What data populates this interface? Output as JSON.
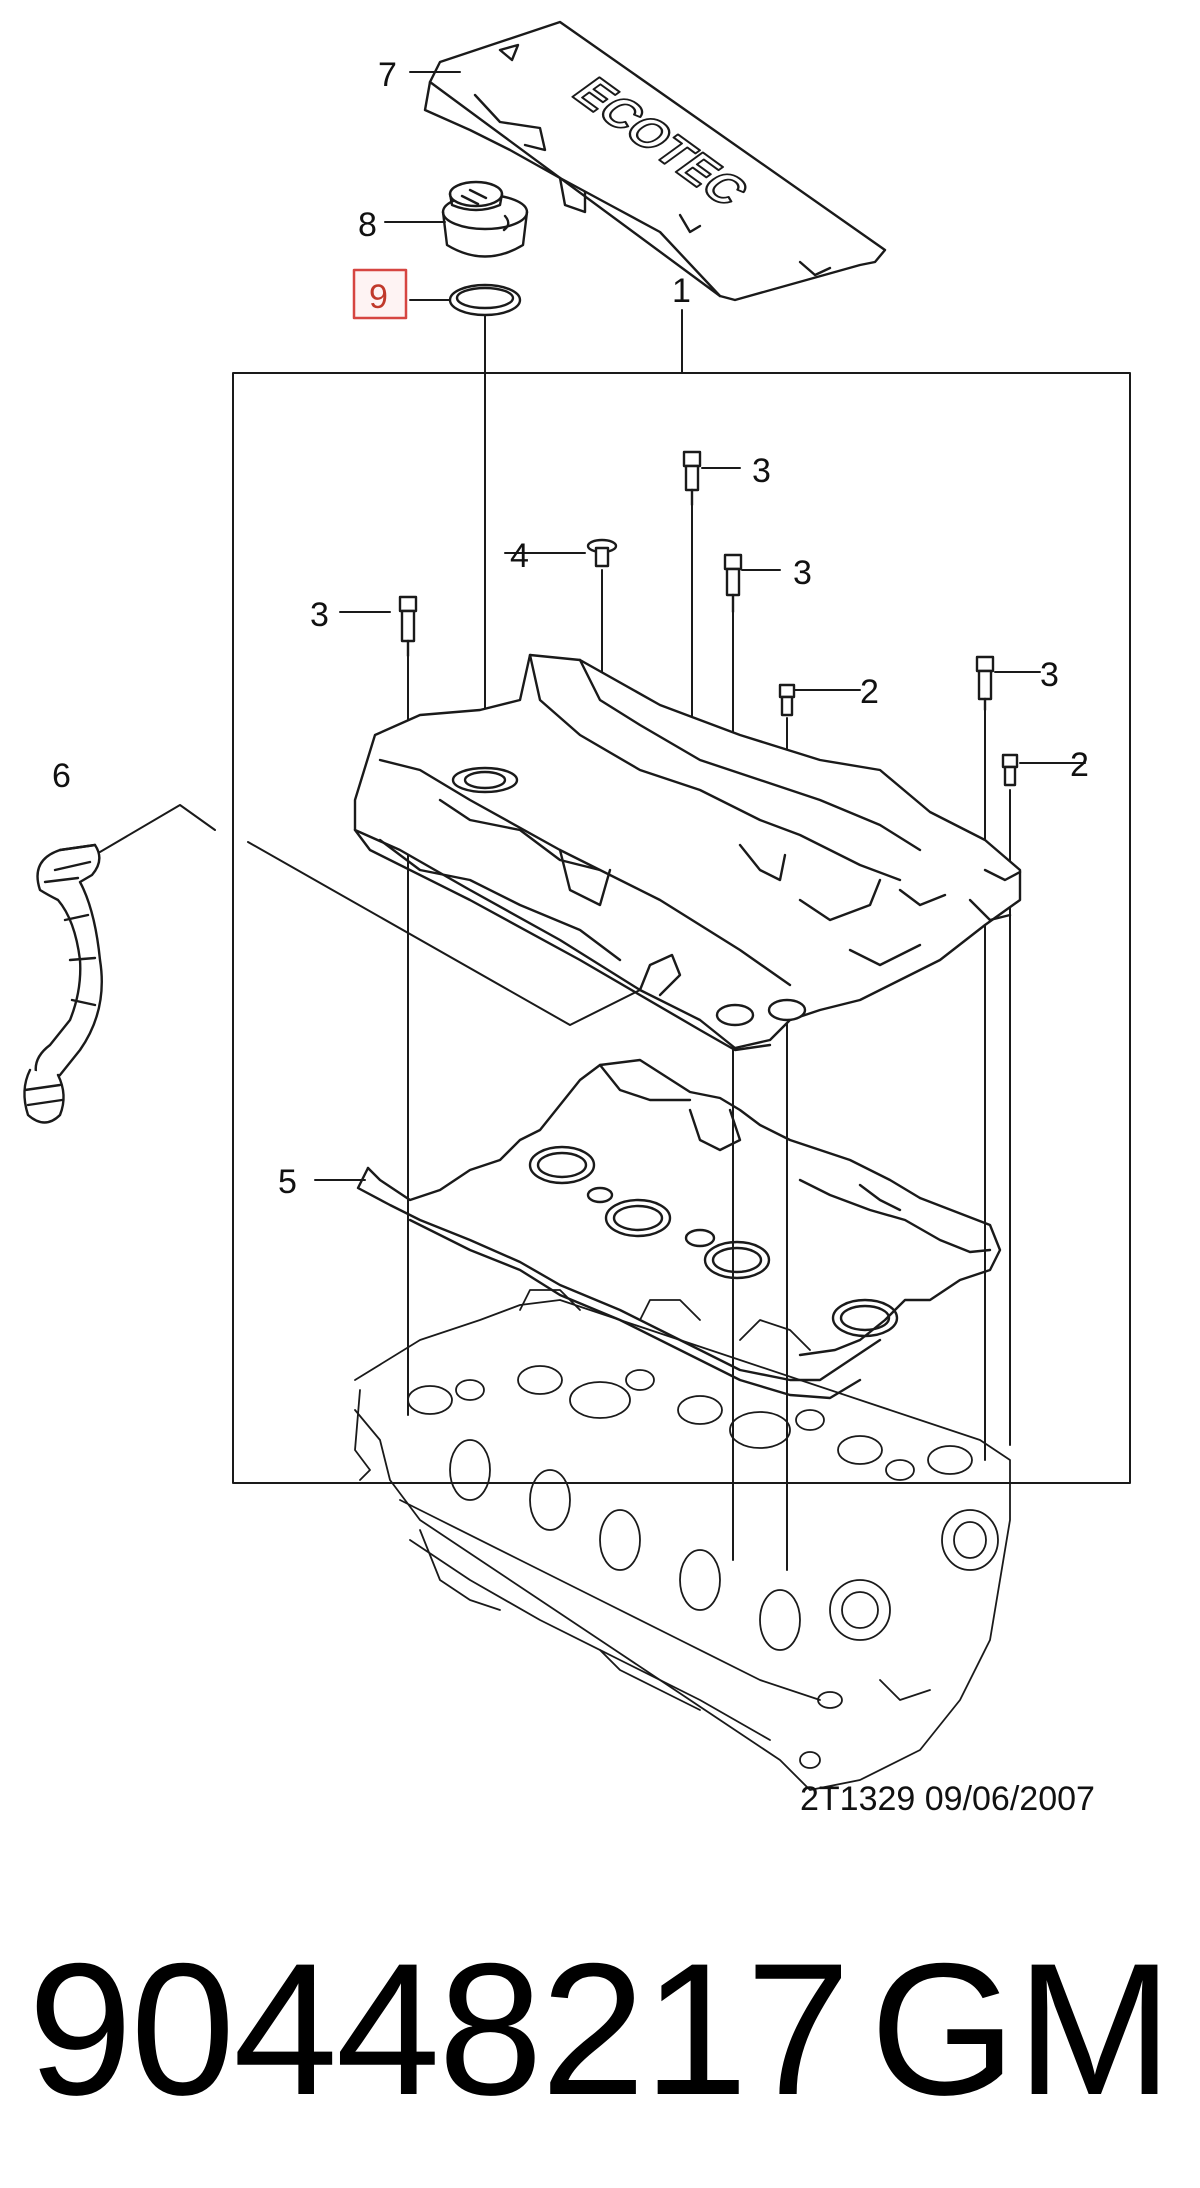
{
  "callouts": {
    "c1": "1",
    "c2a": "2",
    "c2b": "2",
    "c3a": "3",
    "c3b": "3",
    "c3c": "3",
    "c3d": "3",
    "c4": "4",
    "c5": "5",
    "c6": "6",
    "c7": "7",
    "c8": "8",
    "c9": "9"
  },
  "cover_text": "ECOTEC",
  "drawing_ref": "2T1329  09/06/2007",
  "part_number": "90448217",
  "brand": "GM",
  "highlight_color": "#d64541",
  "line_color": "#1a1a1a"
}
